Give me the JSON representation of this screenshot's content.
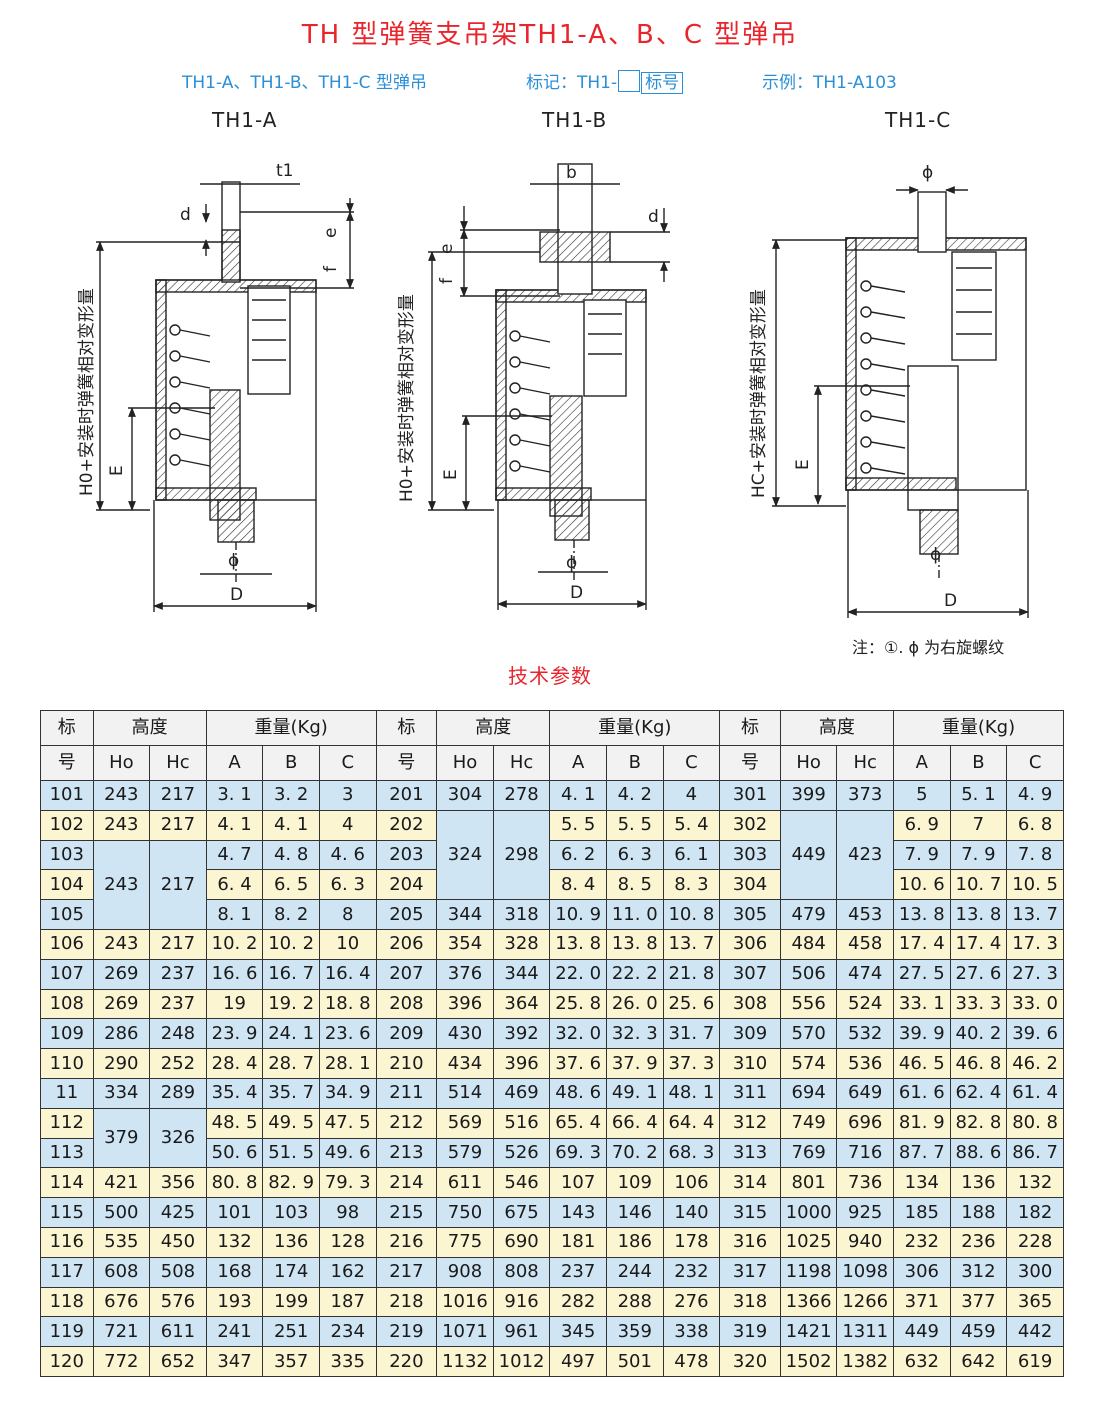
{
  "title": "TH 型弹簧支吊架TH1-A、B、C 型弹吊",
  "subtitle": {
    "models": "TH1-A、TH1-B、TH1-C 型弹吊",
    "mark_prefix": "标记：TH1-",
    "mark_label": "标号",
    "example": "示例：TH1-A103"
  },
  "drawings": [
    {
      "name": "TH1-A",
      "labels": {
        "t1": "t1",
        "d": "d",
        "e": "e",
        "f": "f",
        "E": "E",
        "phi": "ϕ",
        "D": "D",
        "side": "H0+安装时弹簧相对变形量"
      }
    },
    {
      "name": "TH1-B",
      "labels": {
        "b": "b",
        "d": "d",
        "e": "e",
        "f": "f",
        "E": "E",
        "phi": "ϕ",
        "D": "D",
        "side": "H0+安装时弹簧相对变形量"
      }
    },
    {
      "name": "TH1-C",
      "labels": {
        "phi": "ϕ",
        "E": "E",
        "phi2": "ϕ",
        "D": "D",
        "side": "HC+安装时弹簧相对变形量"
      }
    }
  ],
  "note": "注：①. ϕ 为右旋螺纹",
  "section_title": "技术参数",
  "table": {
    "h_mark_1": "标",
    "h_mark_2": "号",
    "h_height": "高度",
    "h_weight": "重量(Kg)",
    "h_ho": "Ho",
    "h_hc": "Hc",
    "h_a": "A",
    "h_b": "B",
    "h_c": "C"
  },
  "rows": [
    [
      "101",
      "243",
      "217",
      "3. 1",
      "3. 2",
      "3",
      "201",
      "304",
      "278",
      "4. 1",
      "4. 2",
      "4",
      "301",
      "399",
      "373",
      "5",
      "5. 1",
      "4. 9"
    ],
    [
      "102",
      "243",
      "217",
      "4. 1",
      "4. 1",
      "4",
      "202",
      "",
      "",
      "5. 5",
      "5. 5",
      "5. 4",
      "302",
      "",
      "",
      "6. 9",
      "7",
      "6. 8"
    ],
    [
      "103",
      "",
      "",
      "4. 7",
      "4. 8",
      "4. 6",
      "203",
      "324",
      "298",
      "6. 2",
      "6. 3",
      "6. 1",
      "303",
      "449",
      "423",
      "7. 9",
      "7. 9",
      "7. 8"
    ],
    [
      "104",
      "243",
      "217",
      "6. 4",
      "6. 5",
      "6. 3",
      "204",
      "",
      "",
      "8. 4",
      "8. 5",
      "8. 3",
      "304",
      "",
      "",
      "10. 6",
      "10. 7",
      "10. 5"
    ],
    [
      "105",
      "",
      "",
      "8. 1",
      "8. 2",
      "8",
      "205",
      "344",
      "318",
      "10. 9",
      "11. 0",
      "10. 8",
      "305",
      "479",
      "453",
      "13. 8",
      "13. 8",
      "13. 7"
    ],
    [
      "106",
      "243",
      "217",
      "10. 2",
      "10. 2",
      "10",
      "206",
      "354",
      "328",
      "13. 8",
      "13. 8",
      "13. 7",
      "306",
      "484",
      "458",
      "17. 4",
      "17. 4",
      "17. 3"
    ],
    [
      "107",
      "269",
      "237",
      "16. 6",
      "16. 7",
      "16. 4",
      "207",
      "376",
      "344",
      "22. 0",
      "22. 2",
      "21. 8",
      "307",
      "506",
      "474",
      "27. 5",
      "27. 6",
      "27. 3"
    ],
    [
      "108",
      "269",
      "237",
      "19",
      "19. 2",
      "18. 8",
      "208",
      "396",
      "364",
      "25. 8",
      "26. 0",
      "25. 6",
      "308",
      "556",
      "524",
      "33. 1",
      "33. 3",
      "33. 0"
    ],
    [
      "109",
      "286",
      "248",
      "23. 9",
      "24. 1",
      "23. 6",
      "209",
      "430",
      "392",
      "32. 0",
      "32. 3",
      "31. 7",
      "309",
      "570",
      "532",
      "39. 9",
      "40. 2",
      "39. 6"
    ],
    [
      "110",
      "290",
      "252",
      "28. 4",
      "28. 7",
      "28. 1",
      "210",
      "434",
      "396",
      "37. 6",
      "37. 9",
      "37. 3",
      "310",
      "574",
      "536",
      "46. 5",
      "46. 8",
      "46. 2"
    ],
    [
      "11",
      "334",
      "289",
      "35. 4",
      "35. 7",
      "34. 9",
      "211",
      "514",
      "469",
      "48. 6",
      "49. 1",
      "48. 1",
      "311",
      "694",
      "649",
      "61. 6",
      "62. 4",
      "61. 4"
    ],
    [
      "112",
      "379",
      "326",
      "48. 5",
      "49. 5",
      "47. 5",
      "212",
      "569",
      "516",
      "65. 4",
      "66. 4",
      "64. 4",
      "312",
      "749",
      "696",
      "81. 9",
      "82. 8",
      "80. 8"
    ],
    [
      "113",
      "",
      "",
      "50. 6",
      "51. 5",
      "49. 6",
      "213",
      "579",
      "526",
      "69. 3",
      "70. 2",
      "68. 3",
      "313",
      "769",
      "716",
      "87. 7",
      "88. 6",
      "86. 7"
    ],
    [
      "114",
      "421",
      "356",
      "80. 8",
      "82. 9",
      "79. 3",
      "214",
      "611",
      "546",
      "107",
      "109",
      "106",
      "314",
      "801",
      "736",
      "134",
      "136",
      "132"
    ],
    [
      "115",
      "500",
      "425",
      "101",
      "103",
      "98",
      "215",
      "750",
      "675",
      "143",
      "146",
      "140",
      "315",
      "1000",
      "925",
      "185",
      "188",
      "182"
    ],
    [
      "116",
      "535",
      "450",
      "132",
      "136",
      "128",
      "216",
      "775",
      "690",
      "181",
      "186",
      "178",
      "316",
      "1025",
      "940",
      "232",
      "236",
      "228"
    ],
    [
      "117",
      "608",
      "508",
      "168",
      "174",
      "162",
      "217",
      "908",
      "808",
      "237",
      "244",
      "232",
      "317",
      "1198",
      "1098",
      "306",
      "312",
      "300"
    ],
    [
      "118",
      "676",
      "576",
      "193",
      "199",
      "187",
      "218",
      "1016",
      "916",
      "282",
      "288",
      "276",
      "318",
      "1366",
      "1266",
      "371",
      "377",
      "365"
    ],
    [
      "119",
      "721",
      "611",
      "241",
      "251",
      "234",
      "219",
      "1071",
      "961",
      "345",
      "359",
      "338",
      "319",
      "1421",
      "1311",
      "449",
      "459",
      "442"
    ],
    [
      "120",
      "772",
      "652",
      "347",
      "357",
      "335",
      "220",
      "1132",
      "1012",
      "497",
      "501",
      "478",
      "320",
      "1502",
      "1382",
      "632",
      "642",
      "619"
    ]
  ],
  "colors": {
    "title": "#e8252c",
    "subtitle": "#2a8fd6",
    "row_blue": "#cfe5f4",
    "row_yellow": "#fbf5d2"
  }
}
